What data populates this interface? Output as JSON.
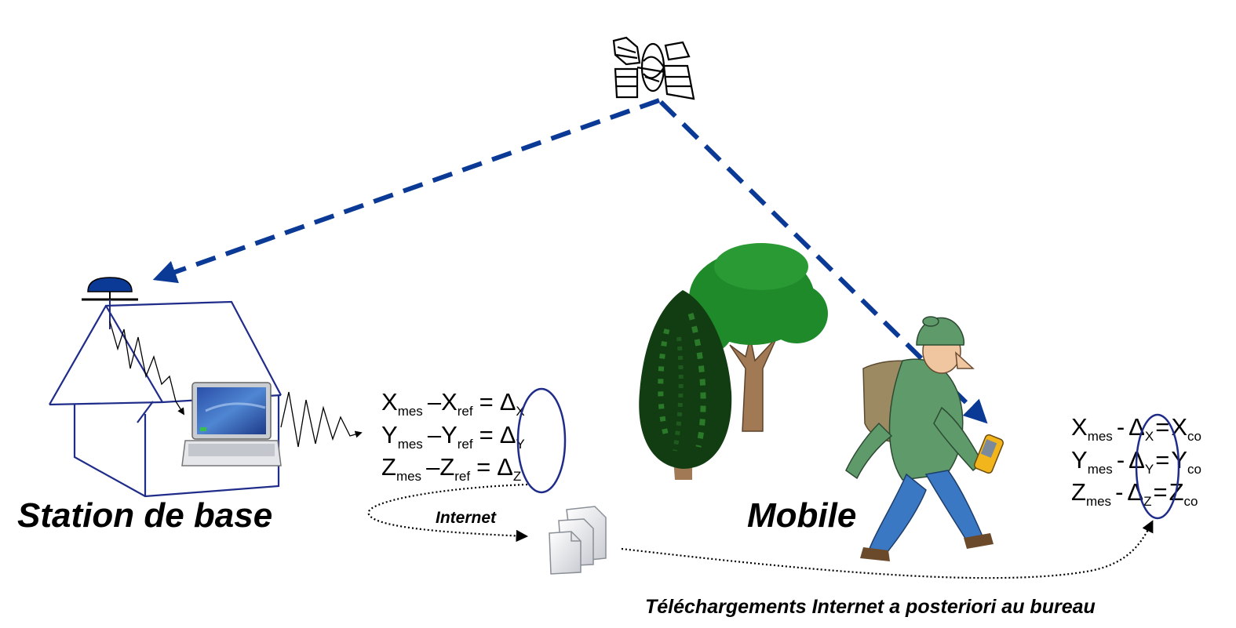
{
  "labels": {
    "base_station": "Station de base",
    "mobile": "Mobile",
    "internet": "Internet",
    "download_note": "Téléchargements Internet a posteriori au bureau"
  },
  "base_equations": [
    {
      "a": "X",
      "a_sub": "mes",
      "op": "–",
      "b": "X",
      "b_sub": "ref",
      "eq": "=",
      "delta": "Δ",
      "delta_sub": "X"
    },
    {
      "a": "Y",
      "a_sub": "mes",
      "op": "–",
      "b": "Y",
      "b_sub": "ref",
      "eq": "=",
      "delta": "Δ",
      "delta_sub": "Y"
    },
    {
      "a": "Z",
      "a_sub": "mes",
      "op": "–",
      "b": "Z",
      "b_sub": "ref",
      "eq": "=",
      "delta": "Δ",
      "delta_sub": "Z"
    }
  ],
  "mobile_equations": [
    {
      "a": "X",
      "a_sub": "mes",
      "op": "-",
      "delta": "Δ",
      "delta_sub": "X",
      "eq": "=",
      "c": "X",
      "c_sub": "co"
    },
    {
      "a": "Y",
      "a_sub": "mes",
      "op": "-",
      "delta": "Δ",
      "delta_sub": "Y",
      "eq": "=",
      "c": "Y",
      "c_sub": "co"
    },
    {
      "a": "Z",
      "a_sub": "mes",
      "op": "-",
      "delta": "Δ",
      "delta_sub": "Z",
      "eq": "=",
      "c": "Z",
      "c_sub": "co"
    }
  ],
  "colors": {
    "signal_blue": "#0b3a96",
    "house_blue": "#1f2c8a",
    "tree_dark": "#123d12",
    "tree_light": "#1f8a2a",
    "trunk": "#8a6a4a",
    "jacket": "#5e9a6a",
    "pants": "#3b78c4",
    "gps_device": "#f2b51c"
  }
}
